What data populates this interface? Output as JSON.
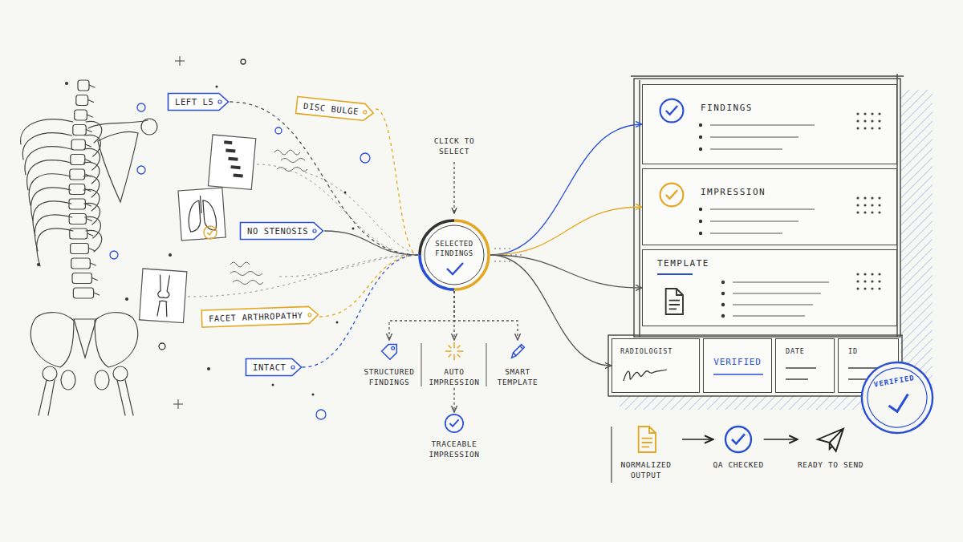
{
  "diagram": {
    "nodes": [
      {
        "text": [
          "LEFT L5"
        ]
      },
      {
        "text": [
          "DISC BULGE"
        ]
      },
      {
        "text": [
          "NO STENOSIS"
        ]
      },
      {
        "text": [
          "FACET ARTHROPATHY"
        ]
      },
      {
        "text": [
          "INTACT"
        ]
      },
      {
        "text": [
          "SELECTED FINDINGS"
        ]
      },
      {
        "text": [
          "STRUCTURED FINDINGS"
        ]
      },
      {
        "text": [
          "AUTO IMPRESSION"
        ]
      },
      {
        "text": [
          "SMART TEMPLATE"
        ]
      },
      {
        "text": [
          "TRACEABLE IMPRESSION"
        ]
      },
      {
        "text": [
          "FINDINGS"
        ]
      },
      {
        "text": [
          "IMPRESSION"
        ]
      },
      {
        "text": [
          "TEMPLATE"
        ]
      },
      {
        "text": [
          "RADIOLOGIST"
        ]
      },
      {
        "text": [
          "VERIFIED"
        ]
      },
      {
        "text": [
          "DATE"
        ]
      },
      {
        "text": [
          "ID"
        ]
      },
      {
        "text": [
          "VERIFIED"
        ]
      },
      {
        "text": [
          "NORMALIZED OUTPUT"
        ]
      },
      {
        "text": [
          "QA CHECKED"
        ]
      },
      {
        "text": [
          "READY TO SEND"
        ]
      }
    ],
    "edges": [
      {
        "from": 0,
        "to": 5,
        "arrow": "none"
      },
      {
        "from": 1,
        "to": 5,
        "arrow": "none"
      },
      {
        "from": 2,
        "to": 5,
        "arrow": "none"
      },
      {
        "from": 3,
        "to": 5,
        "arrow": "none"
      },
      {
        "from": 4,
        "to": 5,
        "arrow": "none"
      },
      {
        "from": 5,
        "to": 10,
        "arrow": "to"
      },
      {
        "from": 5,
        "to": 11,
        "arrow": "to"
      },
      {
        "from": 5,
        "to": 12,
        "arrow": "to"
      },
      {
        "from": 5,
        "to": 13,
        "arrow": "to"
      },
      {
        "from": 5,
        "to": 6,
        "arrow": "to"
      },
      {
        "from": 5,
        "to": 7,
        "arrow": "to"
      },
      {
        "from": 5,
        "to": 8,
        "arrow": "to"
      },
      {
        "from": 7,
        "to": 9,
        "arrow": "to"
      },
      {
        "from": 18,
        "to": 19,
        "arrow": "to"
      },
      {
        "from": 19,
        "to": 20,
        "arrow": "to"
      }
    ],
    "labels": [
      "CLICK TO SELECT"
    ]
  }
}
